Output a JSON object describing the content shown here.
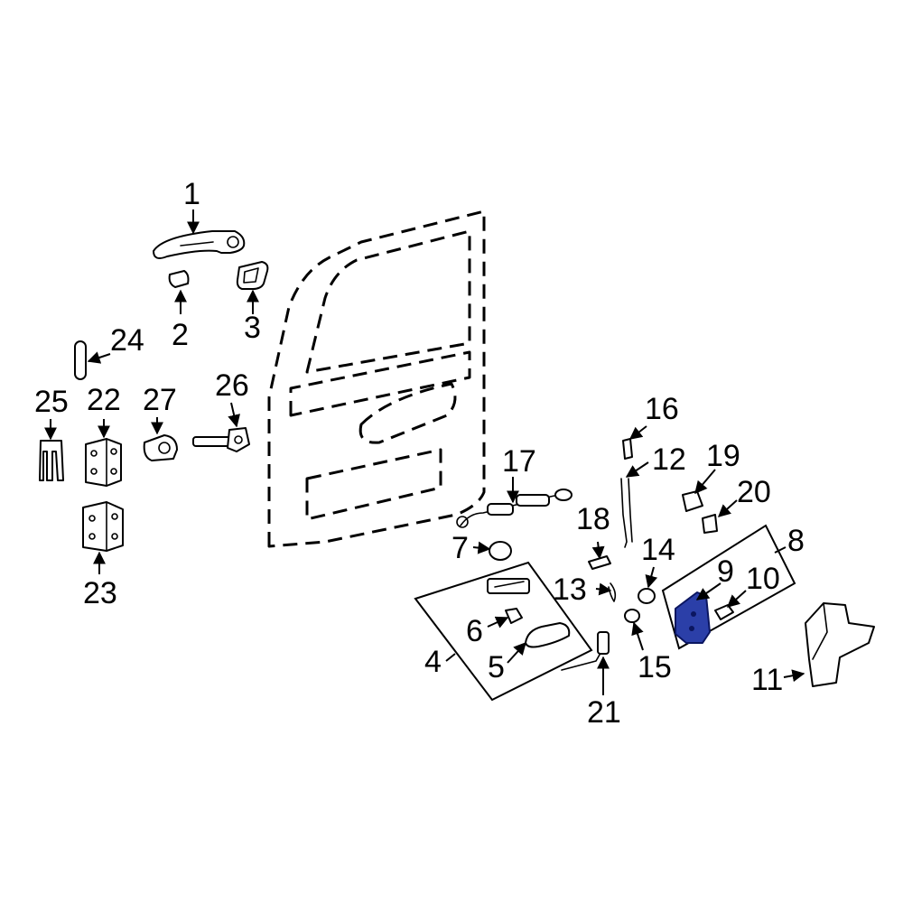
{
  "diagram": {
    "highlight_color": "#2b3fa8",
    "highlighted_callout": "9",
    "callouts": [
      "1",
      "2",
      "3",
      "4",
      "5",
      "6",
      "7",
      "8",
      "9",
      "10",
      "11",
      "12",
      "13",
      "14",
      "15",
      "16",
      "17",
      "18",
      "19",
      "20",
      "21",
      "22",
      "23",
      "24",
      "25",
      "26",
      "27"
    ]
  }
}
